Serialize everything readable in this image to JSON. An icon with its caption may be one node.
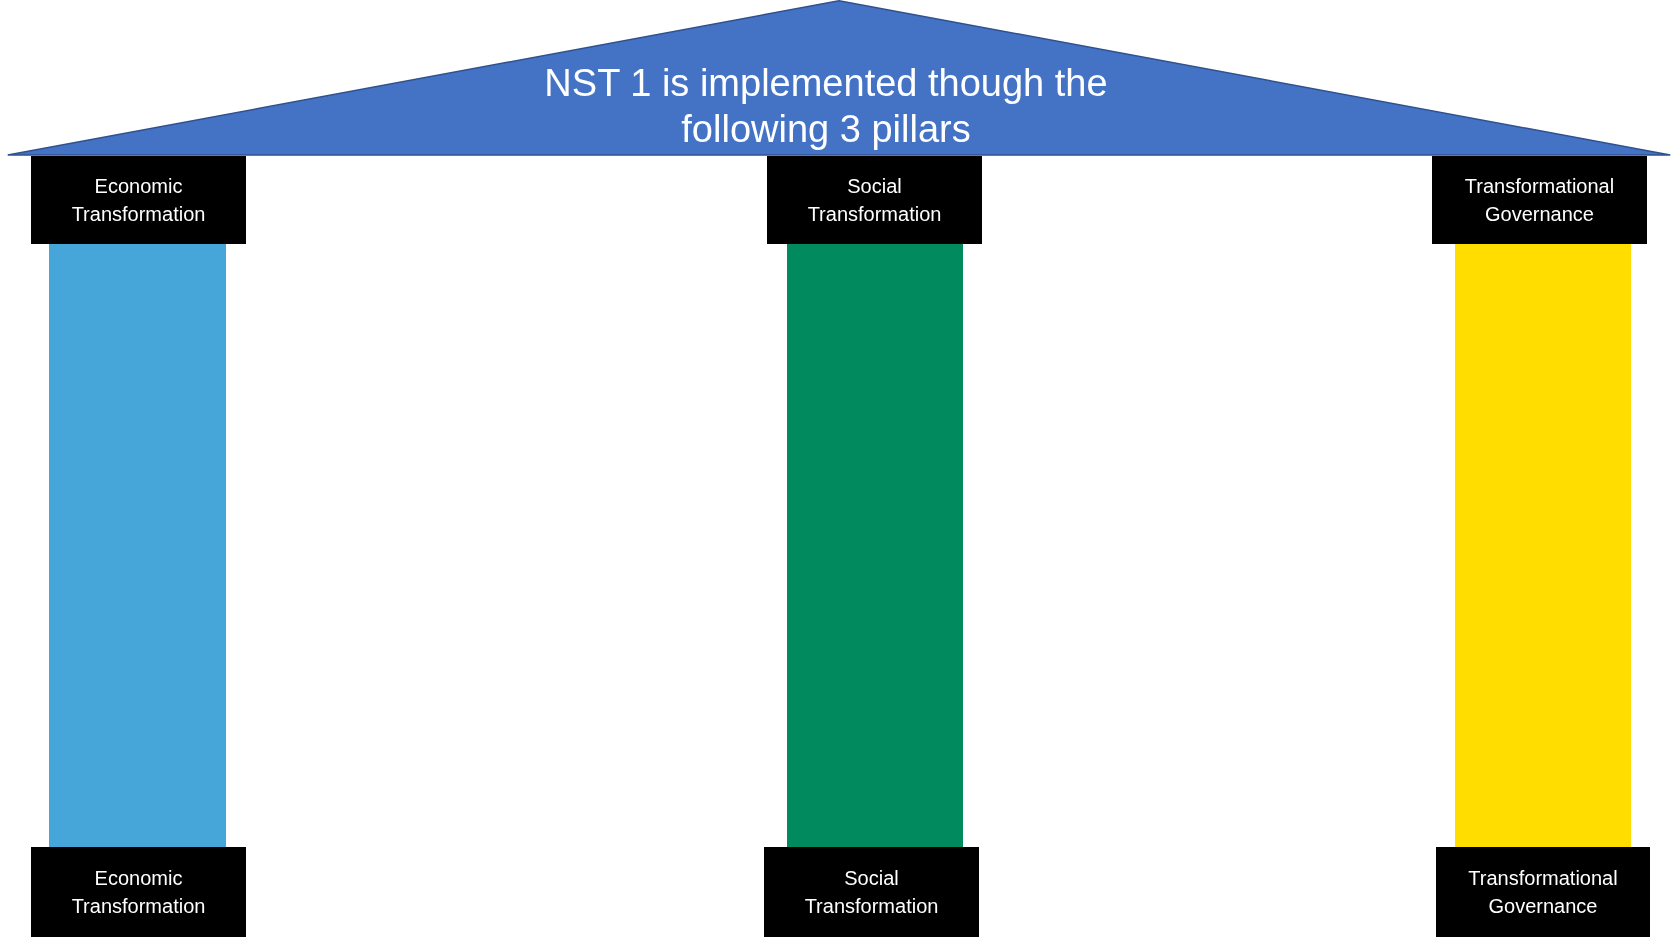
{
  "diagram": {
    "nodes": [
      {
        "text": [
          "NST 1 is implemented though the following 3 pillars"
        ]
      },
      {
        "text": [
          "Economic Transformation"
        ]
      },
      {
        "text": [
          "Social Transformation"
        ]
      },
      {
        "text": [
          "Transformational Governance"
        ]
      },
      {
        "text": [],
        "shape": "bar"
      },
      {
        "text": [],
        "shape": "bar"
      },
      {
        "text": [],
        "shape": "bar"
      },
      {
        "text": [
          "Economic Transformation"
        ]
      },
      {
        "text": [
          "Social Transformation"
        ]
      },
      {
        "text": [
          "Transformational Governance"
        ]
      }
    ]
  }
}
